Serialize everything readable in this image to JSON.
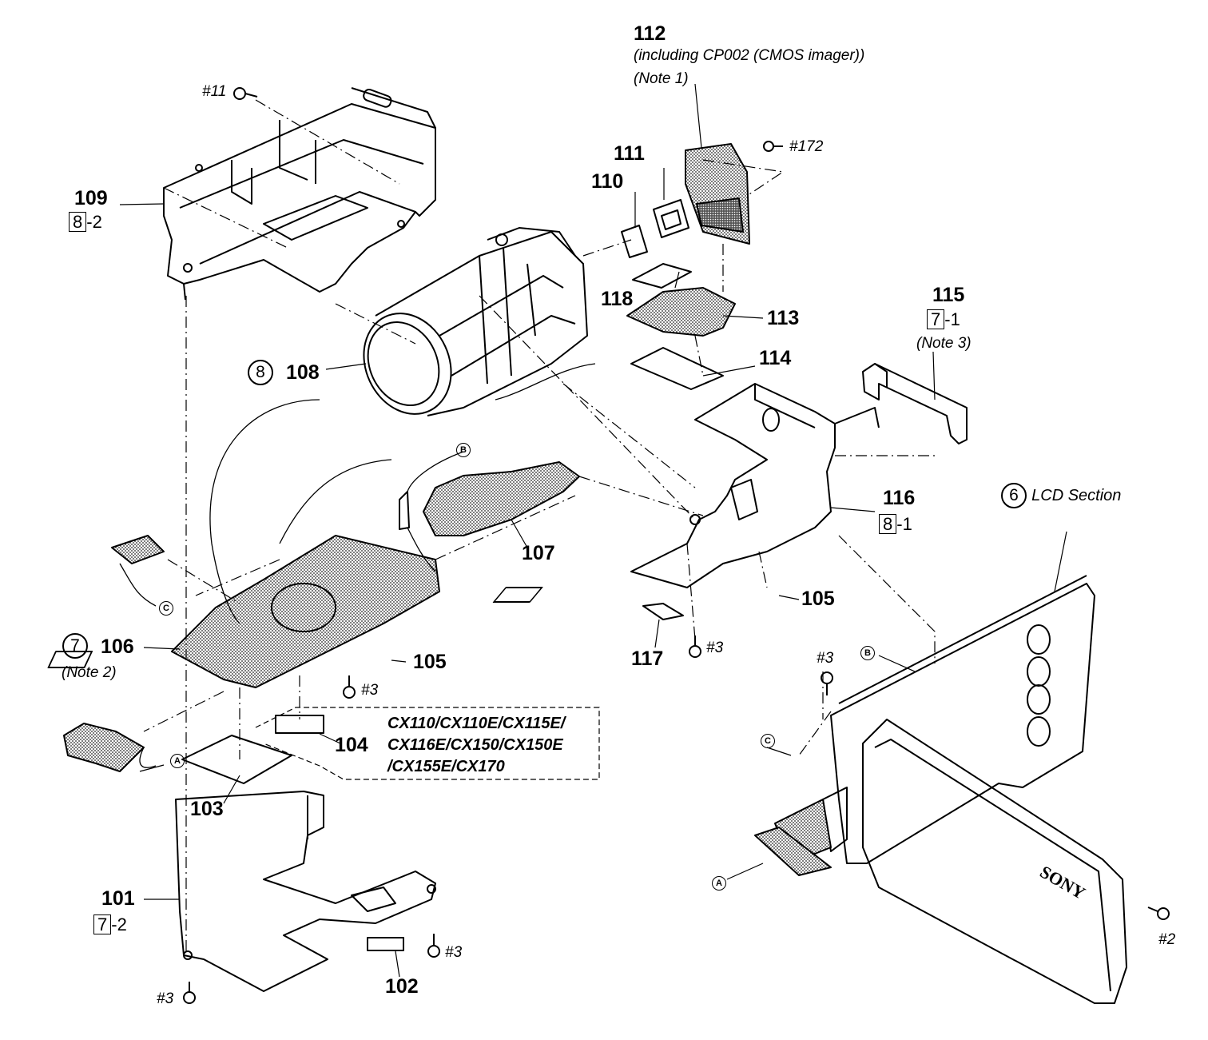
{
  "parts": {
    "p101": "101",
    "p101_ref_box": "7",
    "p101_ref_suffix": "-2",
    "p102": "102",
    "p103": "103",
    "p104": "104",
    "p105a": "105",
    "p105b": "105",
    "p106": "106",
    "p106_circle": "7",
    "p106_note": "(Note 2)",
    "p107": "107",
    "p108": "108",
    "p108_circle": "8",
    "p109": "109",
    "p109_ref_box": "8",
    "p109_ref_suffix": "-2",
    "p110": "110",
    "p111": "111",
    "p112": "112",
    "p112_line1": "(including CP002 (CMOS imager))",
    "p112_note": "(Note 1)",
    "p113": "113",
    "p114": "114",
    "p115": "115",
    "p115_ref_box": "7",
    "p115_ref_suffix": "-1",
    "p115_note": "(Note 3)",
    "p116": "116",
    "p116_ref_box": "8",
    "p116_ref_suffix": "-1",
    "p117": "117",
    "p118": "118"
  },
  "screws": {
    "s11": "#11",
    "s172": "#172",
    "s3a": "#3",
    "s3b": "#3",
    "s3c": "#3",
    "s3d": "#3",
    "s3e": "#3",
    "s2": "#2"
  },
  "lcd": {
    "circle": "6",
    "label": "LCD Section"
  },
  "models": {
    "line1": "CX110/CX110E/CX115E/",
    "line2": "CX116E/CX150/CX150E",
    "line3": "/CX155E/CX170"
  },
  "connectors": {
    "a": "A",
    "b": "B",
    "c": "C"
  },
  "brand": "SONY"
}
